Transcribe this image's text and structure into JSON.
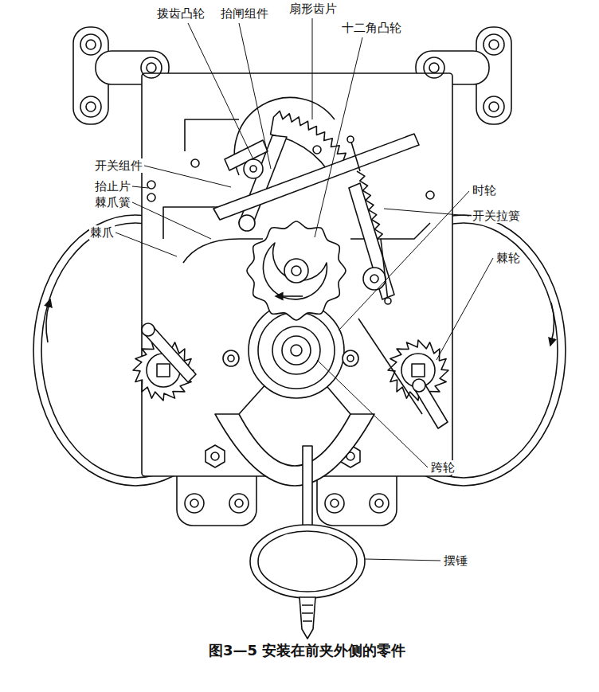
{
  "diagram": {
    "caption": "图3—5 安装在前夹外侧的零件",
    "labels": [
      "拨齿凸轮",
      "抬闸组件",
      "扇形齿片",
      "十二角凸轮",
      "开关组件",
      "抬止片",
      "棘爪簧",
      "棘爪",
      "时轮",
      "开关拉簧",
      "棘轮",
      "跨轮",
      "摆锤"
    ]
  }
}
